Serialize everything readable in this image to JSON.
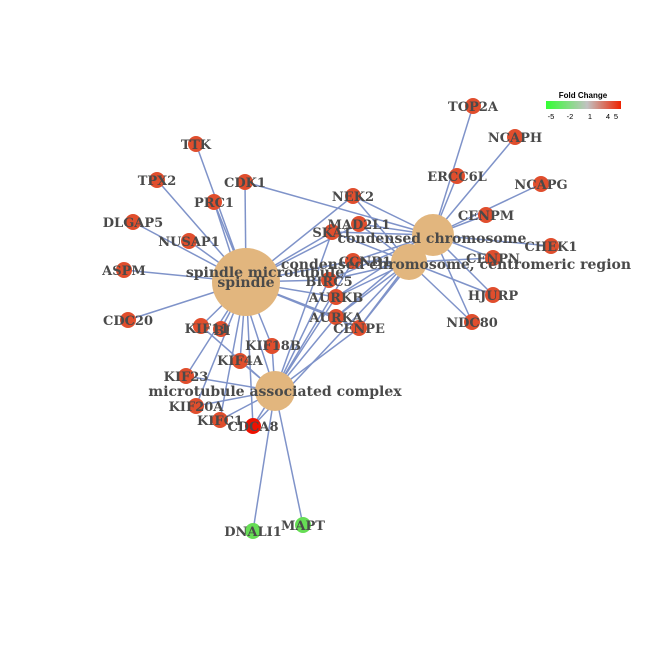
{
  "legend": {
    "title": "Fold Change",
    "ticks": [
      "-5",
      "-2",
      "1",
      "4",
      "5"
    ],
    "gradient": [
      "#33ff33",
      "#c2c2c2",
      "#ee2200"
    ]
  },
  "colors": {
    "edge": "#7f93c9",
    "hub": "#e2b67e",
    "gene_up": "#e04e2d",
    "gene_strong": "#ee1100",
    "gene_down": "#66dd55"
  },
  "hubs": [
    {
      "id": "spindle",
      "label": "spindle"
    },
    {
      "id": "spindle_microtubule",
      "label": "spindle microtubule"
    },
    {
      "id": "condensed_chromosome",
      "label": "condensed chromosome"
    },
    {
      "id": "condensed_centromeric",
      "label": "condensed chromosome, centromeric region"
    },
    {
      "id": "mt_complex",
      "label": "microtubule associated complex"
    }
  ],
  "genes": [
    {
      "id": "TTK",
      "label": "TTK",
      "fc": "up"
    },
    {
      "id": "TPX2",
      "label": "TPX2",
      "fc": "up"
    },
    {
      "id": "CDK1",
      "label": "CDK1",
      "fc": "up"
    },
    {
      "id": "PRC1",
      "label": "PRC1",
      "fc": "up"
    },
    {
      "id": "DLGAP5",
      "label": "DLGAP5",
      "fc": "up"
    },
    {
      "id": "NUSAP1",
      "label": "NUSAP1",
      "fc": "up"
    },
    {
      "id": "ASPM",
      "label": "ASPM",
      "fc": "up"
    },
    {
      "id": "CDC20",
      "label": "CDC20",
      "fc": "up"
    },
    {
      "id": "KIF11",
      "label": "KIF11",
      "fc": "up"
    },
    {
      "id": "BIRC5_2",
      "label": "BI",
      "fc": "up"
    },
    {
      "id": "KIF18B",
      "label": "KIF18B",
      "fc": "up"
    },
    {
      "id": "KIF4A",
      "label": "KIF4A",
      "fc": "up"
    },
    {
      "id": "KIF23",
      "label": "KIF23",
      "fc": "up"
    },
    {
      "id": "KIF20A",
      "label": "KIF20A",
      "fc": "up"
    },
    {
      "id": "KIFC1",
      "label": "KIFC1",
      "fc": "up"
    },
    {
      "id": "CDCA8",
      "label": "CDCA8",
      "fc": "strong"
    },
    {
      "id": "DNALI1",
      "label": "DNALI1",
      "fc": "down"
    },
    {
      "id": "MAPT",
      "label": "MAPT",
      "fc": "down"
    },
    {
      "id": "NEK2",
      "label": "NEK2",
      "fc": "up"
    },
    {
      "id": "MAD2L1",
      "label": "MAD2L1",
      "fc": "up"
    },
    {
      "id": "SKA1",
      "label": "SKA1",
      "fc": "up"
    },
    {
      "id": "CCNB1",
      "label": "CCNB1",
      "fc": "up"
    },
    {
      "id": "BIRC5",
      "label": "BIRC5",
      "fc": "up"
    },
    {
      "id": "AURKB",
      "label": "AURKB",
      "fc": "up"
    },
    {
      "id": "AURKA",
      "label": "AURKA",
      "fc": "up"
    },
    {
      "id": "CENPE",
      "label": "CENPE",
      "fc": "up"
    },
    {
      "id": "TOP2A",
      "label": "TOP2A",
      "fc": "up"
    },
    {
      "id": "NCAPH",
      "label": "NCAPH",
      "fc": "up"
    },
    {
      "id": "ERCC6L",
      "label": "ERCC6L",
      "fc": "up"
    },
    {
      "id": "NCAPG",
      "label": "NCAPG",
      "fc": "up"
    },
    {
      "id": "CENPM",
      "label": "CENPM",
      "fc": "up"
    },
    {
      "id": "CHEK1",
      "label": "CHEK1",
      "fc": "up"
    },
    {
      "id": "CENPN",
      "label": "CENPN",
      "fc": "up"
    },
    {
      "id": "HJURP",
      "label": "HJURP",
      "fc": "up"
    },
    {
      "id": "NDC80",
      "label": "NDC80",
      "fc": "up"
    }
  ],
  "edges": [
    [
      "spindle",
      "TTK"
    ],
    [
      "spindle",
      "TPX2"
    ],
    [
      "spindle",
      "CDK1"
    ],
    [
      "spindle",
      "PRC1"
    ],
    [
      "spindle",
      "DLGAP5"
    ],
    [
      "spindle",
      "NUSAP1"
    ],
    [
      "spindle",
      "ASPM"
    ],
    [
      "spindle",
      "CDC20"
    ],
    [
      "spindle",
      "KIF11"
    ],
    [
      "spindle",
      "BIRC5_2"
    ],
    [
      "spindle",
      "KIF18B"
    ],
    [
      "spindle",
      "KIF4A"
    ],
    [
      "spindle",
      "KIF23"
    ],
    [
      "spindle",
      "KIF20A"
    ],
    [
      "spindle",
      "KIFC1"
    ],
    [
      "spindle",
      "CDCA8"
    ],
    [
      "spindle",
      "NEK2"
    ],
    [
      "spindle",
      "MAD2L1"
    ],
    [
      "spindle",
      "SKA1"
    ],
    [
      "spindle",
      "CCNB1"
    ],
    [
      "spindle",
      "BIRC5"
    ],
    [
      "spindle",
      "AURKB"
    ],
    [
      "spindle",
      "AURKA"
    ],
    [
      "spindle",
      "CENPE"
    ],
    [
      "cc",
      "NEK2"
    ],
    [
      "cc",
      "MAD2L1"
    ],
    [
      "cc",
      "SKA1"
    ],
    [
      "cc",
      "CCNB1"
    ],
    [
      "cc",
      "BIRC5"
    ],
    [
      "cc",
      "AURKB"
    ],
    [
      "cc",
      "AURKA"
    ],
    [
      "cc",
      "CENPE"
    ],
    [
      "cc",
      "TOP2A"
    ],
    [
      "cc",
      "NCAPH"
    ],
    [
      "cc",
      "ERCC6L"
    ],
    [
      "cc",
      "NCAPG"
    ],
    [
      "cc",
      "CENPM"
    ],
    [
      "cc",
      "CHEK1"
    ],
    [
      "cc",
      "CENPN"
    ],
    [
      "cc",
      "HJURP"
    ],
    [
      "cc",
      "NDC80"
    ],
    [
      "cc",
      "CDCA8"
    ],
    [
      "cc",
      "CDK1"
    ],
    [
      "mt",
      "KIF11"
    ],
    [
      "mt",
      "KIF18B"
    ],
    [
      "mt",
      "KIF4A"
    ],
    [
      "mt",
      "KIF23"
    ],
    [
      "mt",
      "KIF20A"
    ],
    [
      "mt",
      "KIFC1"
    ],
    [
      "mt",
      "CDCA8"
    ],
    [
      "mt",
      "DNALI1"
    ],
    [
      "mt",
      "MAPT"
    ],
    [
      "mt",
      "AURKB"
    ],
    [
      "mt",
      "AURKA"
    ],
    [
      "mt",
      "CENPE"
    ],
    [
      "mt",
      "BIRC5"
    ],
    [
      "mt",
      "CCNB1"
    ],
    [
      "mt",
      "SKA1"
    ],
    [
      "mt",
      "PRC1"
    ]
  ]
}
